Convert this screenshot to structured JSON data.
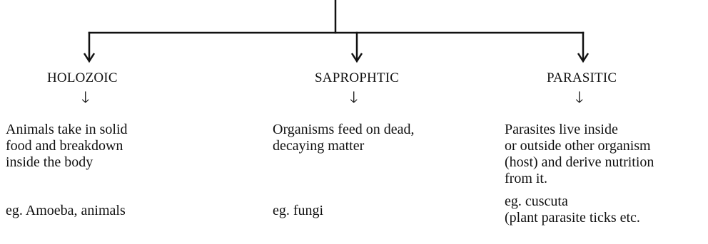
{
  "branches": [
    {
      "heading": "HOLOZOIC",
      "description": [
        "Animals take in solid",
        "food and breakdown",
        "inside the body"
      ],
      "example": [
        "eg. Amoeba, animals"
      ]
    },
    {
      "heading": "SAPROPHTIC",
      "description": [
        "Organisms feed on dead,",
        "decaying matter"
      ],
      "example": [
        "eg. fungi"
      ]
    },
    {
      "heading": "PARASITIC",
      "description": [
        "Parasites live inside",
        "or outside other organism",
        "(host) and derive nutrition",
        "from it."
      ],
      "example": [
        "eg. cuscuta",
        "(plant parasite ticks etc."
      ]
    }
  ],
  "icons": {
    "down_arrow": "down-arrow-icon"
  }
}
